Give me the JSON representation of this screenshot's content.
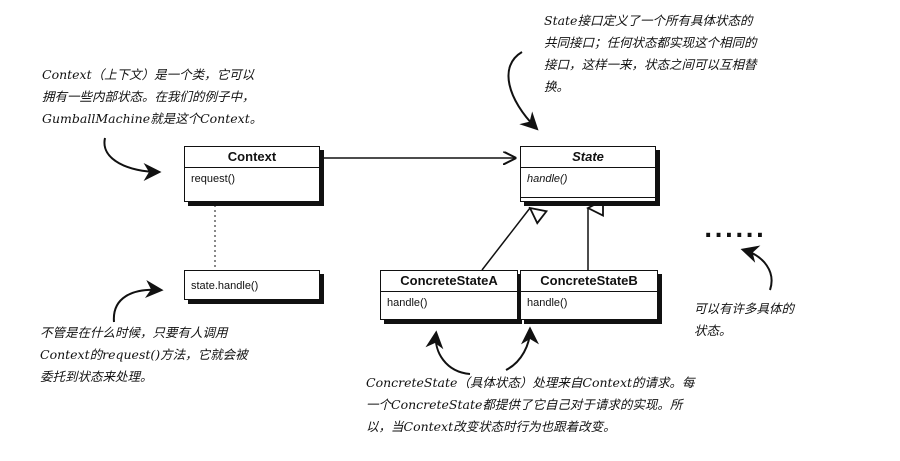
{
  "classes": {
    "context": {
      "name": "Context",
      "method": "request()"
    },
    "state": {
      "name": "State",
      "method": "handle()"
    },
    "concrete_a": {
      "name": "ConcreteStateA",
      "method": "handle()"
    },
    "concrete_b": {
      "name": "ConcreteStateB",
      "method": "handle()"
    }
  },
  "state_handle_note": "state.handle()",
  "ellipsis": "......",
  "annotations": {
    "context_note": [
      "Context（上下文）是一个类，它可以",
      "拥有一些内部状态。在我们的例子中，",
      "GumballMachine就是这个Context。"
    ],
    "state_note": [
      "State接口定义了一个所有具体状态的",
      "共同接口；任何状态都实现这个相同的",
      "接口，这样一来，状态之间可以互相替",
      "换。"
    ],
    "request_note": [
      "不管是在什么时候，只要有人调用",
      "Context的request()方法，它就会被",
      "委托到状态来处理。"
    ],
    "concrete_note": [
      "ConcreteState（具体状态）处理来自Context的请求。每",
      "一个ConcreteState都提供了它自己对于请求的实现。所",
      "以，当Context改变状态时行为也跟着改变。"
    ],
    "many_states_note": [
      "可以有许多具体的",
      "状态。"
    ]
  }
}
